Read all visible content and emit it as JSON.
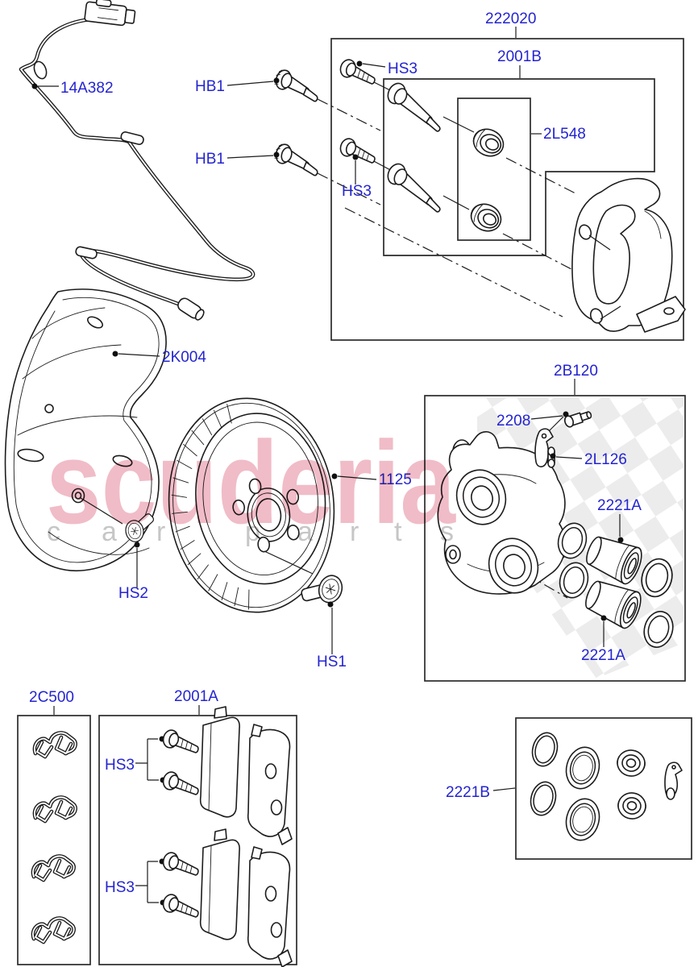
{
  "diagram": {
    "description": "Front brake components exploded parts diagram",
    "colors": {
      "label_blue": "#2424d0",
      "line_black": "#1c1c1c",
      "watermark_pink": "#f0bcc7",
      "watermark_gray": "#c6c6c6",
      "checker_gray": "#e7e7e7",
      "background": "#ffffff"
    },
    "watermark": {
      "brand": "scuderia",
      "subtitle": "carparts"
    },
    "labels": {
      "wear_sensor": "14A382",
      "hb1_upper": "HB1",
      "hb1_lower": "HB1",
      "kit_box": "222020",
      "pin_kit_box": "2001B",
      "bushing_box": "2L548",
      "hs3_box_upper": "HS3",
      "hs3_box_lower": "HS3",
      "splash_shield": "2K004",
      "brake_disc": "1125",
      "hs2_bolt": "HS2",
      "hs1_screw": "HS1",
      "caliper_box": "2B120",
      "bleed_screw": "2208",
      "retainer": "2L126",
      "piston_upper": "2221A",
      "piston_lower": "2221A",
      "clip_kit_box": "2C500",
      "pad_kit_box": "2001A",
      "hs3_pads_upper": "HS3",
      "hs3_pads_lower": "HS3",
      "seal_kit": "2221B"
    }
  }
}
